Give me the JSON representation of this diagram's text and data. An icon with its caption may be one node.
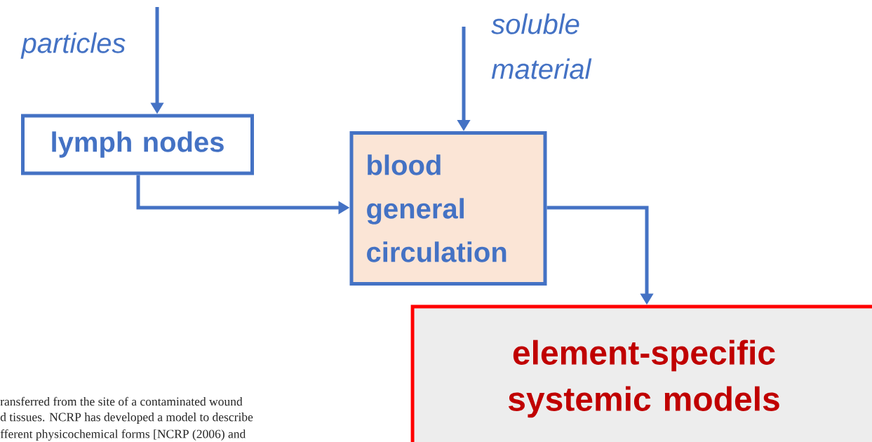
{
  "diagram": {
    "nodes": [
      {
        "text": [
          "lymph nodes"
        ]
      },
      {
        "text": [
          "blood general circulation"
        ]
      },
      {
        "text": [
          "element-specific systemic models"
        ]
      }
    ],
    "edges": [
      {
        "from": null,
        "to": 0,
        "arrow": "to",
        "label": "particles"
      },
      {
        "from": null,
        "to": 1,
        "arrow": "to",
        "label": "soluble material"
      },
      {
        "from": 0,
        "to": 1,
        "arrow": "to"
      },
      {
        "from": 1,
        "to": 2,
        "arrow": "to"
      }
    ],
    "labels": [
      "ransferred from the site of a contaminated wound",
      "d tissues. NCRP has developed a model to describe",
      "fferent physicochemical forms [NCRP (2006) and"
    ]
  }
}
